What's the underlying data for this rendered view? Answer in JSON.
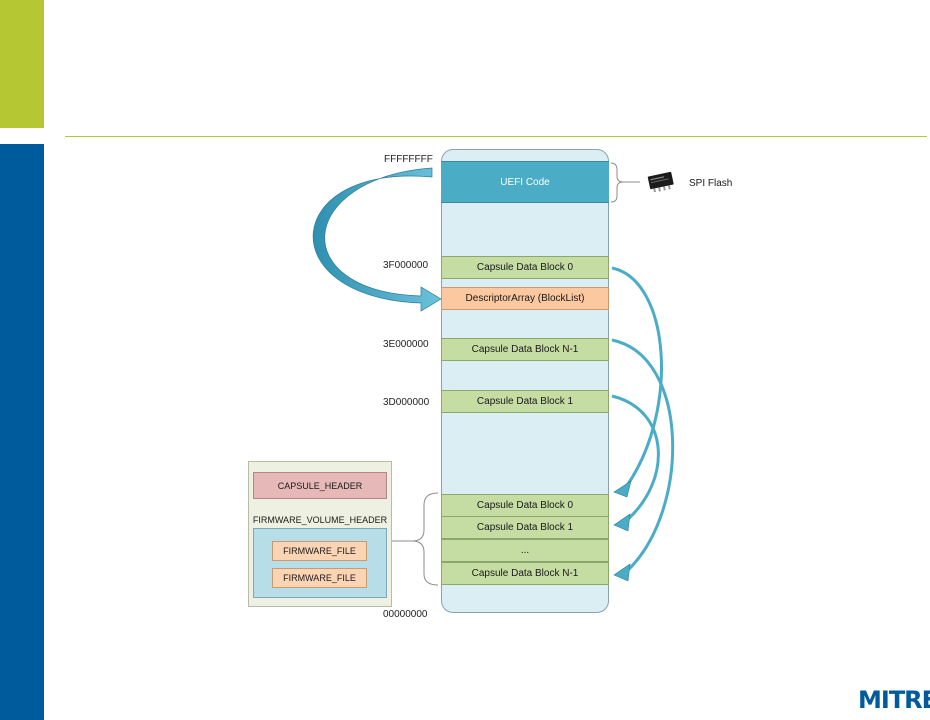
{
  "addresses": {
    "top": "FFFFFFFF",
    "a3f": "3F000000",
    "a3e": "3E000000",
    "a3d": "3D000000",
    "bottom": "00000000"
  },
  "memory_blocks": {
    "uefi": "UEFI Code",
    "cdb0_top": "Capsule Data Block 0",
    "descriptor": "DescriptorArray (BlockList)",
    "cdbn_top": "Capsule Data Block N-1",
    "cdb1_top": "Capsule Data Block 1",
    "cdb0_bottom": "Capsule Data Block 0",
    "cdb1_bottom": "Capsule Data Block 1",
    "ellipsis": "...",
    "cdbn_bottom": "Capsule Data Block N-1"
  },
  "spi_flash_label": "SPI Flash",
  "capsule": {
    "header": "CAPSULE_HEADER",
    "fv_header": "FIRMWARE_VOLUME_HEADER",
    "file1": "FIRMWARE_FILE",
    "file2": "FIRMWARE_FILE"
  },
  "logo_text": "MITRE",
  "colors": {
    "brand_green": "#b5c733",
    "brand_blue": "#005b9c",
    "arrow": "#4bacc6"
  }
}
